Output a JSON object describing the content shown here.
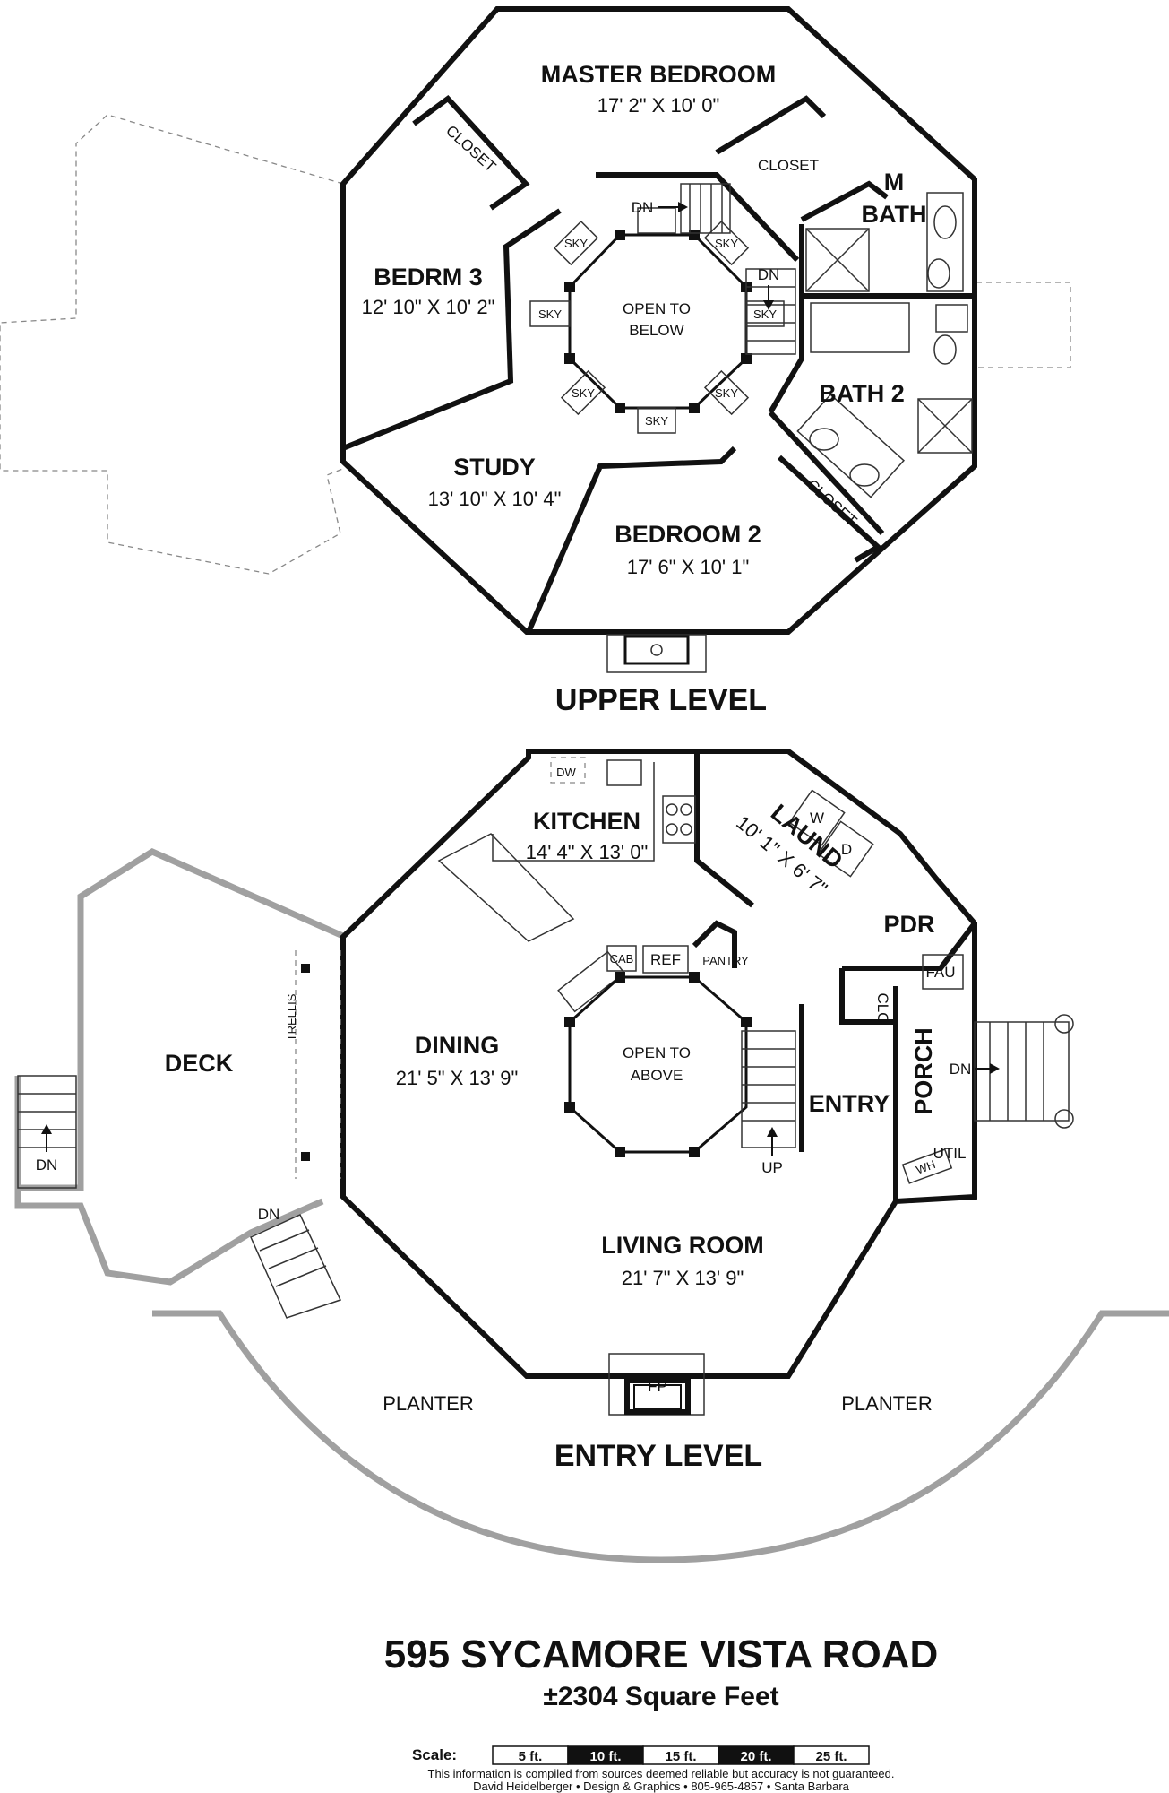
{
  "upper_level": {
    "title": "UPPER LEVEL",
    "rooms": {
      "master_bedroom": {
        "name": "MASTER BEDROOM",
        "dims": "17' 2\" X 10' 0\""
      },
      "closet_master": {
        "name": "CLOSET"
      },
      "closet_bedrm3": {
        "name": "CLOSET"
      },
      "m_bath": {
        "name_line1": "M",
        "name_line2": "BATH"
      },
      "bedrm_3": {
        "name": "BEDRM 3",
        "dims": "12' 10\" X 10' 2\""
      },
      "open_to_below": {
        "line1": "OPEN TO",
        "line2": "BELOW"
      },
      "bath_2": {
        "name": "BATH 2"
      },
      "study": {
        "name": "STUDY",
        "dims": "13' 10\" X 10' 4\""
      },
      "bedroom_2": {
        "name": "BEDROOM 2",
        "dims": "17' 6\" X 10' 1\""
      },
      "closet_bedroom2": {
        "name": "CLOSET"
      }
    },
    "skylight_label": "SKY",
    "stair_down_label": "DN"
  },
  "entry_level": {
    "title": "ENTRY LEVEL",
    "rooms": {
      "kitchen": {
        "name": "KITCHEN",
        "dims": "14' 4\" X 13' 0\""
      },
      "dw": {
        "name": "DW"
      },
      "laundry": {
        "name": "LAUND",
        "dims": "10' 1\" X 6' 7\""
      },
      "washer": {
        "name": "W"
      },
      "dryer": {
        "name": "D"
      },
      "pdr": {
        "name": "PDR"
      },
      "fau": {
        "name": "FAU"
      },
      "clo": {
        "name": "CLO"
      },
      "cab": {
        "name": "CAB"
      },
      "ref": {
        "name": "REF"
      },
      "pantry": {
        "name": "PANTRY"
      },
      "deck": {
        "name": "DECK"
      },
      "trellis": {
        "name": "TRELLIS"
      },
      "dining": {
        "name": "DINING",
        "dims": "21' 5\" X 13' 9\""
      },
      "open_to_above": {
        "line1": "OPEN TO",
        "line2": "ABOVE"
      },
      "entry": {
        "name": "ENTRY"
      },
      "porch": {
        "name": "PORCH"
      },
      "util": {
        "name": "UTIL"
      },
      "wh": {
        "name": "WH"
      },
      "living_room": {
        "name": "LIVING ROOM",
        "dims": "21' 7\" X 13' 9\""
      },
      "fp": {
        "name": "FP"
      },
      "planter_left": {
        "name": "PLANTER"
      },
      "planter_right": {
        "name": "PLANTER"
      }
    },
    "stair_down_label": "DN",
    "stair_up_label": "UP"
  },
  "footer": {
    "address": "595 SYCAMORE VISTA ROAD",
    "square_feet": "±2304 Square Feet",
    "scale_label": "Scale:",
    "scale_marks": [
      "5 ft.",
      "10 ft.",
      "15 ft.",
      "20 ft.",
      "25 ft."
    ],
    "disclaimer": "This information is compiled from sources deemed reliable but accuracy is not guaranteed.",
    "credit": "David Heidelberger • Design & Graphics • 805-965-4857 • Santa Barbara"
  }
}
